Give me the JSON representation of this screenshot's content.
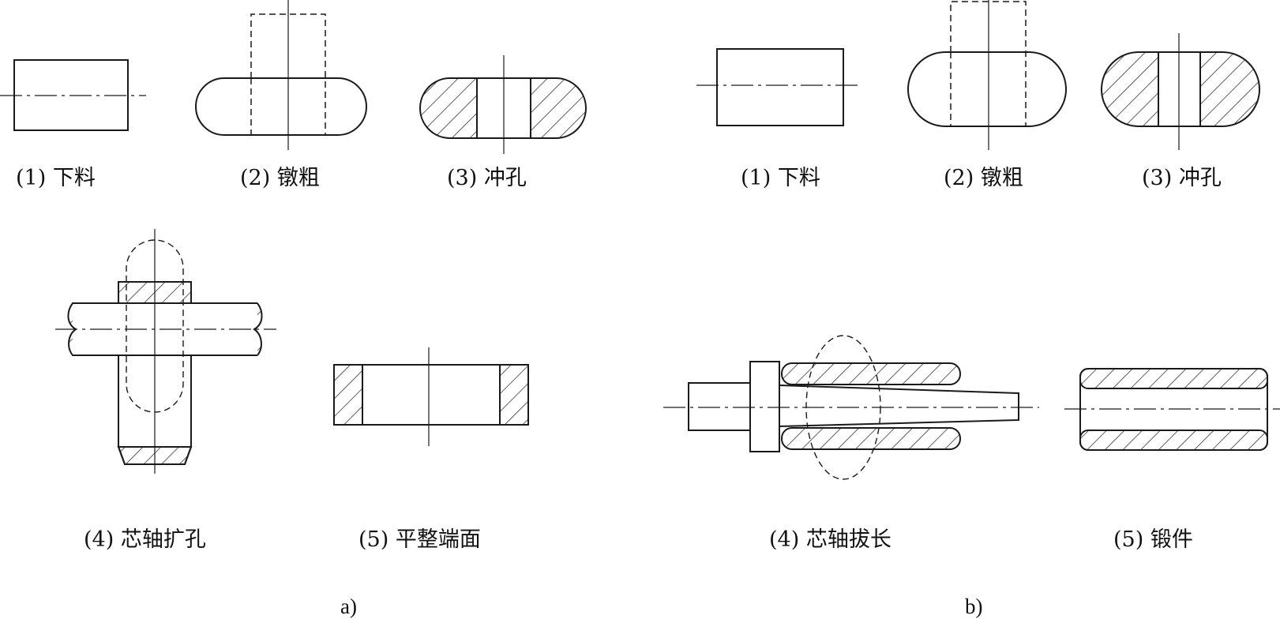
{
  "panel_a": {
    "label": "a)",
    "steps": [
      {
        "label": "(1) 下料"
      },
      {
        "label": "(2) 镦粗"
      },
      {
        "label": "(3) 冲孔"
      },
      {
        "label": "(4) 芯轴扩孔"
      },
      {
        "label": "(5) 平整端面"
      }
    ]
  },
  "panel_b": {
    "label": "b)",
    "steps": [
      {
        "label": "(1) 下料"
      },
      {
        "label": "(2) 镦粗"
      },
      {
        "label": "(3) 冲孔"
      },
      {
        "label": "(4) 芯轴拔长"
      },
      {
        "label": "(5) 锻件"
      }
    ]
  },
  "colors": {
    "line": "#1a1a1a",
    "background": "#ffffff"
  }
}
